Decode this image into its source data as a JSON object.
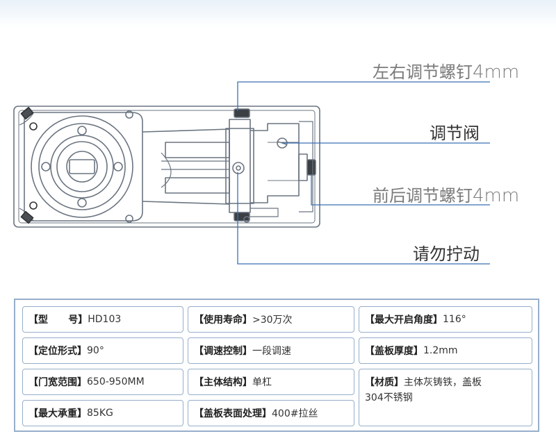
{
  "callouts": {
    "left_right_screw": "左右调节螺钉",
    "left_right_screw_size": "4mm",
    "valve": "调节阀",
    "front_back_screw": "前后调节螺钉",
    "front_back_screw_size": "4mm",
    "do_not_touch": "请勿拧动"
  },
  "specs": {
    "model": {
      "key": "【型      号】",
      "value": "HD103"
    },
    "position": {
      "key": "【定位形式】",
      "value": "90°"
    },
    "door_width": {
      "key": "【门宽范围】",
      "value": "650-950MM"
    },
    "max_load": {
      "key": "【最大承重】",
      "value": "85KG"
    },
    "life": {
      "key": "【使用寿命】",
      "value": ">30万次"
    },
    "speed": {
      "key": "【调速控制】",
      "value": "一段调速"
    },
    "structure": {
      "key": "【主体结构】",
      "value": "单杠"
    },
    "surface": {
      "key": "【盖板表面处理】",
      "value": "400#拉丝"
    },
    "max_angle": {
      "key": "【最大开启角度】",
      "value": "116°"
    },
    "cover_thick": {
      "key": "【盖板厚度】",
      "value": "1.2mm"
    },
    "material": {
      "key": "【材质】",
      "value": "主体灰铸铁，盖板",
      "value2": "304不锈钢"
    }
  },
  "colors": {
    "outline": "#6a7480",
    "callout_line": "#3b6fb2",
    "table_border": "#96aeca"
  }
}
